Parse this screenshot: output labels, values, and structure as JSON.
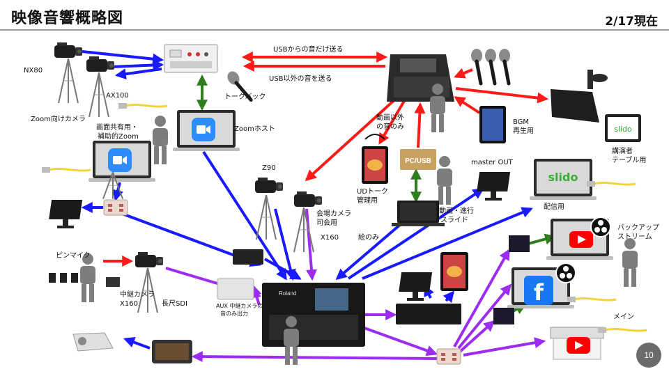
{
  "header": {
    "title": "映像音響概略図",
    "date": "2/17現在"
  },
  "page_number": "10",
  "labels": {
    "nx80": "NX80",
    "ax100": "AX100",
    "zoom_camera": "Zoom向けカメラ",
    "screen_share": "画面共有用・",
    "aux_zoom": "補助的Zoom",
    "zoom_host": "Zoomホスト",
    "talkback": "トークバック",
    "usb_from": "USBからの音だけ送る",
    "usb_except": "USB以外の音を送る",
    "video_except_1": "動画以外",
    "video_except_2": "の音のみ",
    "bgm_1": "BGM",
    "bgm_2": "再生用",
    "speaker_1": "講演者",
    "speaker_2": "テーブル用",
    "z90": "Z90",
    "venue_cam_1": "会場カメラ",
    "venue_cam_2": "司会用",
    "x160": "X160",
    "ud_1": "UDトーク",
    "ud_2": "管理用",
    "master_out": "master OUT",
    "video_prog_1": "動画・進行",
    "video_prog_2": "スライド",
    "picture_only": "絵のみ",
    "streaming": "配信用",
    "backup_1": "バックアップ",
    "backup_2": "ストリーム",
    "pin_mic": "ピンマイク",
    "relay_cam_1": "中継カメラ",
    "relay_cam_2": "X160",
    "long_sdi": "長尺SDI",
    "aux_out_1": "AUX 中継カメラの",
    "aux_out_2": "音のみ出力",
    "main": "メイン",
    "pcusb": "PC/USB",
    "slido": "slido",
    "roland": "Roland"
  },
  "colors": {
    "red": "#ff1a1a",
    "blue": "#1a1aff",
    "green": "#2e7d1e",
    "purple": "#9c2cf0",
    "yellow": "#f2d33a",
    "gray": "#7d7d7d"
  }
}
